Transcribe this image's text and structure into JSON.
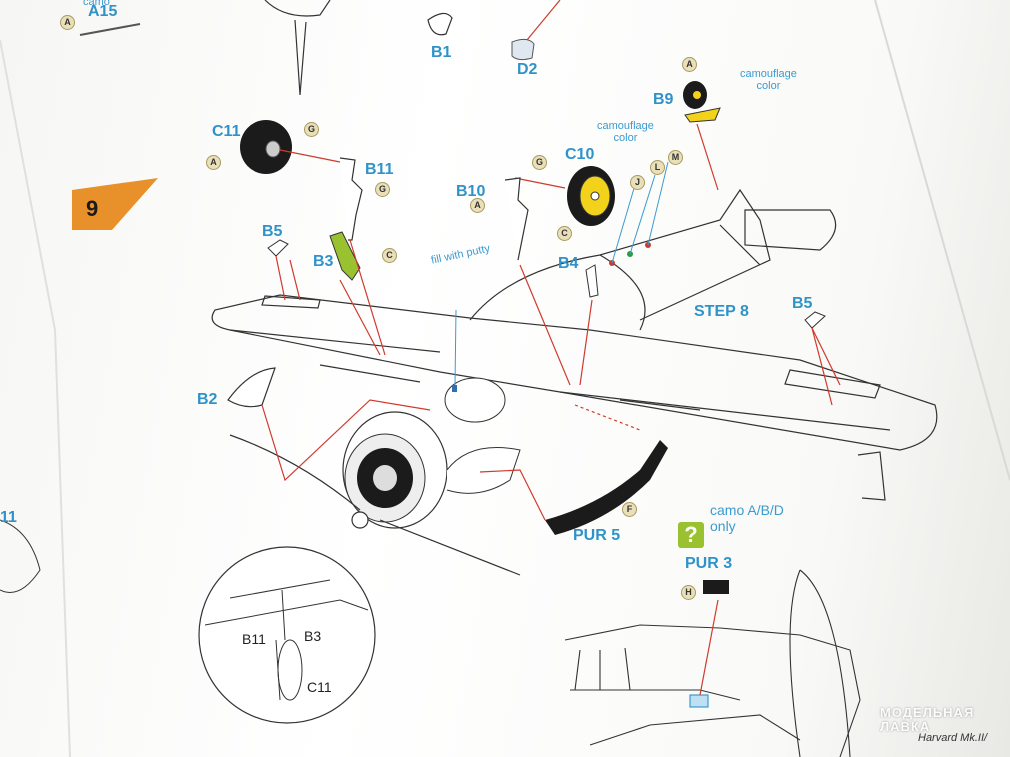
{
  "step": {
    "number": "9"
  },
  "labels": {
    "a15": "A15",
    "a15_note": "camo",
    "b1": "B1",
    "d2": "D2",
    "b9": "B9",
    "c11": "C11",
    "b11": "B11",
    "b10": "B10",
    "c10": "C10",
    "b5_left": "B5",
    "b3": "B3",
    "b4": "B4",
    "b5_right": "B5",
    "step8": "STEP 8",
    "b2": "B2",
    "pur5": "PUR 5",
    "pur3": "PUR 3",
    "left_edge_label": "11"
  },
  "notes": {
    "camouflage_b9": "camouflage\ncolor",
    "camouflage_c10": "camouflage\ncolor",
    "fill_with_putty": "fill with putty",
    "camo_only": "camo A/B/D\nonly",
    "question_mark": "?"
  },
  "inset": {
    "b11": "B11",
    "b3": "B3",
    "c11": "C11"
  },
  "paint_codes": [
    "A",
    "G",
    "A",
    "G",
    "A",
    "C",
    "G",
    "A",
    "C",
    "J",
    "L",
    "M",
    "F",
    "H"
  ],
  "footer": {
    "title": "Harvard Mk.II/"
  },
  "watermark": {
    "line1": "МОДЕЛЬНАЯ",
    "line2": "ЛАВКА"
  },
  "colors": {
    "label_blue": "#2f93c9",
    "flag_orange": "#e8912a",
    "part_green": "#9ac230",
    "wheel_yellow": "#f2d21a",
    "arrow_red": "#d03a2e"
  }
}
